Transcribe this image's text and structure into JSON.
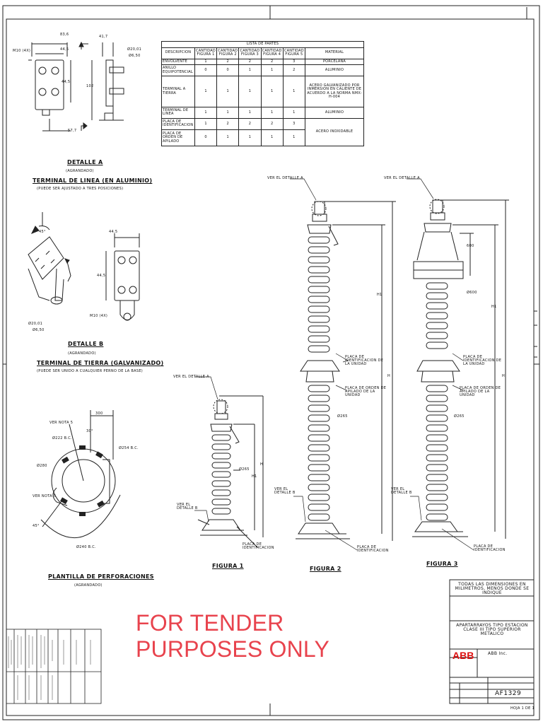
{
  "parts_table": {
    "title": "LISTA DE PARTES",
    "headers": [
      "DESCRIPCION",
      "CANTIDAD FIGURA 1",
      "CANTIDAD FIGURA 2",
      "CANTIDAD FIGURA 3",
      "CANTIDAD FIGURA 4",
      "CANTIDAD FIGURA 5",
      "MATERIAL"
    ],
    "rows": [
      {
        "desc": "ENVOLVENTE",
        "q": [
          "1",
          "2",
          "2",
          "2",
          "3"
        ],
        "mat": "PORCELANA"
      },
      {
        "desc": "ANILLO EQUIPOTENCIAL",
        "q": [
          "0",
          "0",
          "1",
          "1",
          "2"
        ],
        "mat": "ALUMINIO"
      },
      {
        "desc": "TERMINAL A TIERRA",
        "q": [
          "1",
          "1",
          "1",
          "1",
          "1"
        ],
        "mat": "ACERO GALVANIZADO POR INMERSION EN CALIENTE DE ACUERDO A LA NORMA NMX-H-004"
      },
      {
        "desc": "TERMINAL DE LINEA",
        "q": [
          "1",
          "1",
          "1",
          "1",
          "1"
        ],
        "mat": "ALUMINIO"
      },
      {
        "desc": "PLACA DE IDENTIFICACION",
        "q": [
          "1",
          "2",
          "2",
          "2",
          "3"
        ],
        "mat": "ACERO INOXIDABLE"
      },
      {
        "desc": "PLACA DE ORDEN DE APILADO",
        "q": [
          "0",
          "1",
          "1",
          "1",
          "1"
        ],
        "mat": ""
      }
    ]
  },
  "detail_a": {
    "title": "DETALLE A",
    "sub": "(AGRANDADO)",
    "name": "TERMINAL DE LINEA (EN ALUMINIO)",
    "note": "(PUEDE SER AJUSTADO A TRES POSICIONES)",
    "dims": [
      "83,6",
      "44,5",
      "44,5",
      "57,7",
      "41,7",
      "Ø20,01",
      "Ø6,50",
      "102",
      "M10 (4X)"
    ]
  },
  "detail_b": {
    "title": "DETALLE B",
    "sub": "(AGRANDADO)",
    "name": "TERMINAL DE TIERRA (GALVANIZADO)",
    "note": "(PUEDE SER UNIDO A CUALQUIER PERNO DE LA BASE)",
    "dims": [
      "45°",
      "44,5",
      "44,5",
      "M10 (4X)",
      "Ø20,01",
      "Ø6,50"
    ]
  },
  "drilling": {
    "title": "PLANTILLA DE PERFORACIONES",
    "sub": "(AGRANDADO)",
    "labels": [
      "VER NOTA 5",
      "VER NOTA 5",
      "Ø222 B.C.",
      "Ø254 B.C.",
      "Ø240 B.C.",
      "Ø280",
      "45°",
      "30°",
      "300"
    ]
  },
  "figures": [
    {
      "name": "FIGURA 1",
      "callouts": [
        "VER EL DETALLE A",
        "VER EL DETALLE B",
        "PLACA DE IDENTIFICACION",
        "Ø265",
        "H1",
        "H"
      ]
    },
    {
      "name": "FIGURA 2",
      "callouts": [
        "VER EL DETALLE A",
        "VER EL DETALLE B",
        "PLACA DE IDENTIFICACION DE LA UNIDAD",
        "PLACA DE ORDEN DE APILADO DE LA UNIDAD",
        "PLACA DE IDENTIFICACION",
        "Ø265",
        "H1",
        "H"
      ]
    },
    {
      "name": "FIGURA 3",
      "callouts": [
        "VER EL DETALLE A",
        "VER EL DETALLE B",
        "PLACA DE IDENTIFICACION DE LA UNIDAD",
        "PLACA DE ORDEN DE APILADO DE LA UNIDAD",
        "PLACA DE IDENTIFICACION",
        "Ø265",
        "Ø600",
        "600",
        "H1",
        "H"
      ]
    }
  ],
  "watermark": "FOR TENDER PURPOSES ONLY",
  "title_block": {
    "units": "TODAS LAS DIMENSIONES EN MILIMETROS, MENOS DONDE SE INDIQUE",
    "product": "APARTARRAYOS TIPO ESTACION CLASE III TIPO SUPERIOR METALICO",
    "company": "ABB Inc.",
    "logo": "ABB",
    "drawing_no": "AF1329",
    "sheet": "HOJA 1 DE 1"
  }
}
